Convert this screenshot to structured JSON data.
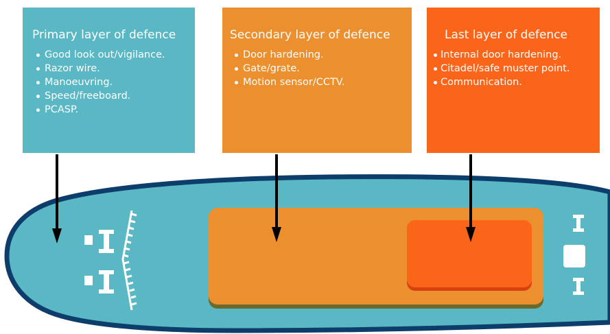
{
  "colors": {
    "primary": "#5ab7c4",
    "secondary": "#ec8f2e",
    "last": "#fb6519",
    "hull_fill": "#5ab7c4",
    "hull_outline": "#0d3d6b",
    "arrow": "#000000"
  },
  "layers": {
    "primary": {
      "title": "Primary layer of defence",
      "items": [
        "Good look out/vigilance.",
        "Razor wire.",
        "Manoeuvring.",
        "Speed/freeboard.",
        "PCASP."
      ]
    },
    "secondary": {
      "title": "Secondary layer of defence",
      "items": [
        "Door hardening.",
        "Gate/grate.",
        "Motion sensor/CCTV."
      ]
    },
    "last": {
      "title": "Last layer of defence",
      "items": [
        "Internal door hardening.",
        "Citadel/safe muster point.",
        "Communication."
      ]
    }
  }
}
